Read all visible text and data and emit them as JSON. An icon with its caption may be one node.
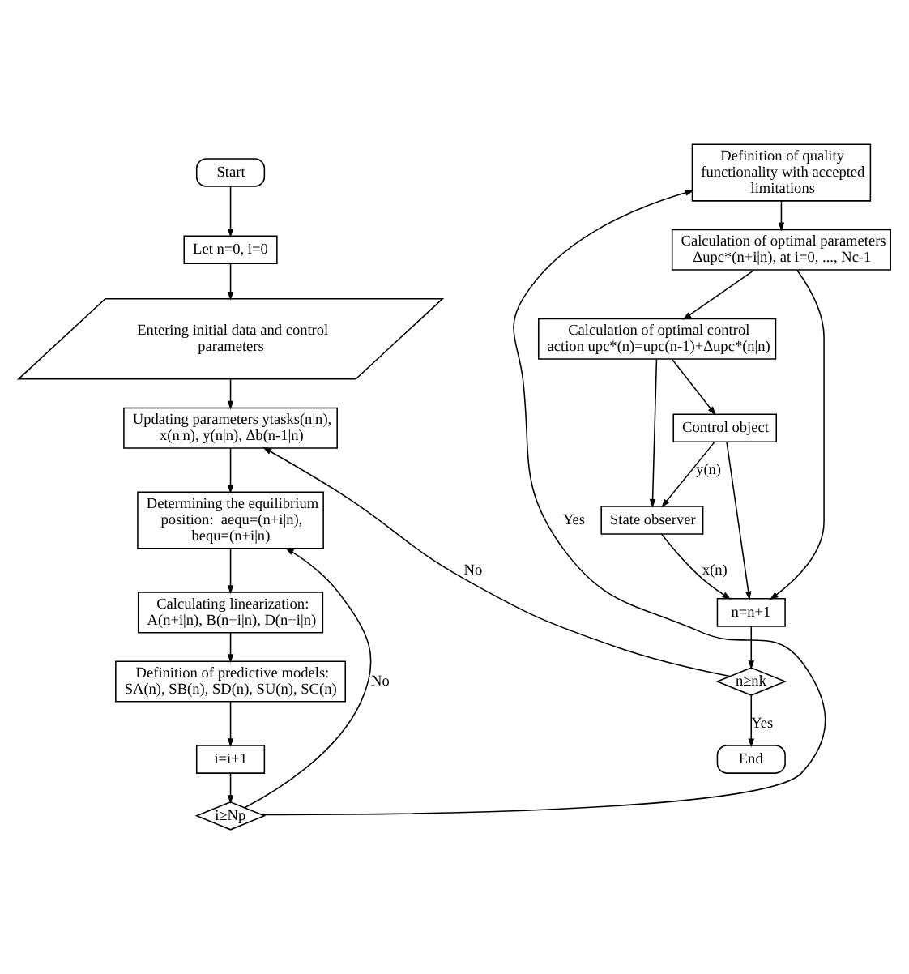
{
  "diagram": {
    "nodes": [
      {
        "text": [
          "Start"
        ]
      },
      {
        "text": [
          "Let n=0, i=0"
        ]
      },
      {
        "text": [
          "Entering initial data and control parameters"
        ]
      },
      {
        "text": [
          "Updating parameters ytasks(n|n), x(n|n), y(n|n), Δb(n-1|n)"
        ]
      },
      {
        "text": [
          "Determining the equilibrium position:  aequ=(n+i|n), bequ=(n+i|n)"
        ]
      },
      {
        "text": [
          "Calculating linearization: A(n+i|n), B(n+i|n), D(n+i|n)"
        ]
      },
      {
        "text": [
          "Definition of predictive models: SA(n), SB(n), SD(n), SU(n), SC(n)"
        ]
      },
      {
        "text": [
          "i=i+1"
        ]
      },
      {
        "text": [
          "i≥Np"
        ]
      },
      {
        "text": [
          "Definition of quality functionality with accepted limitations"
        ]
      },
      {
        "text": [
          "Calculation of optimal parameters Δupc*(n+i|n), at i=0, ..., Nc-1"
        ]
      },
      {
        "text": [
          "Calculation of optimal control action upc*(n)=upc(n-1)+Δupc*(n|n)"
        ]
      },
      {
        "text": [
          "Control object"
        ]
      },
      {
        "text": [
          "State observer"
        ]
      },
      {
        "text": [
          "n=n+1"
        ]
      },
      {
        "text": [
          "n≥nk"
        ]
      },
      {
        "text": [
          "End"
        ]
      }
    ],
    "edges": [
      {
        "from": 0,
        "to": 1,
        "arrow": "to"
      },
      {
        "from": 1,
        "to": 2,
        "arrow": "to"
      },
      {
        "from": 2,
        "to": 3,
        "arrow": "to"
      },
      {
        "from": 3,
        "to": 4,
        "arrow": "to"
      },
      {
        "from": 4,
        "to": 5,
        "arrow": "to"
      },
      {
        "from": 5,
        "to": 6,
        "arrow": "to"
      },
      {
        "from": 6,
        "to": 7,
        "arrow": "to"
      },
      {
        "from": 7,
        "to": 8,
        "arrow": "to"
      },
      {
        "from": 8,
        "to": 4,
        "arrow": "to",
        "label": "No"
      },
      {
        "from": 8,
        "to": 9,
        "arrow": "to",
        "label": "Yes"
      },
      {
        "from": 9,
        "to": 10,
        "arrow": "to"
      },
      {
        "from": 10,
        "to": 11,
        "arrow": "to"
      },
      {
        "from": 10,
        "to": 14,
        "arrow": "to"
      },
      {
        "from": 11,
        "to": 12,
        "arrow": "to"
      },
      {
        "from": 11,
        "to": 13,
        "arrow": "to"
      },
      {
        "from": 12,
        "to": 13,
        "arrow": "to",
        "label": "y(n)"
      },
      {
        "from": 12,
        "to": 14,
        "arrow": "to"
      },
      {
        "from": 13,
        "to": 14,
        "arrow": "to",
        "label": "x(n)"
      },
      {
        "from": 14,
        "to": 15,
        "arrow": "to"
      },
      {
        "from": 15,
        "to": 3,
        "arrow": "to",
        "label": "No"
      },
      {
        "from": 15,
        "to": 16,
        "arrow": "to",
        "label": "Yes"
      }
    ]
  }
}
